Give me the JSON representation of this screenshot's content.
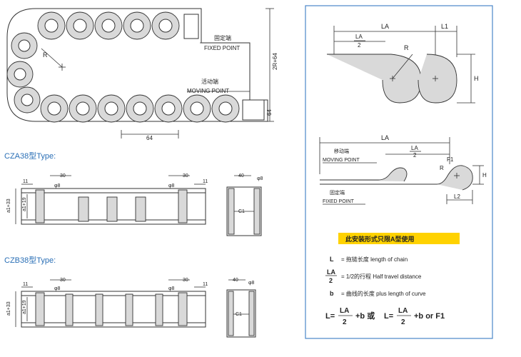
{
  "top_chain": {
    "fixed_end_cn": "固定端",
    "fixed_end_en": "FIXED POINT",
    "moving_end_cn": "活动端",
    "moving_end_en": "MOVING POINT",
    "radius": "R",
    "width_dim": "64",
    "height_dim": "2R+64",
    "end_dim": "64"
  },
  "cza": {
    "title": "CZA38型Type:",
    "dim_30": "30",
    "dim_11": "11",
    "dim_phi8": "φ8",
    "dim_a133": "a1+33",
    "dim_a119": "a1+19",
    "dim_40": "40",
    "dim_c1": "C1"
  },
  "czb": {
    "title": "CZB38型Type:",
    "dim_30": "30",
    "dim_11": "11",
    "dim_phi8": "φ8",
    "dim_a133": "a1+33",
    "dim_a119": "a1+19",
    "dim_40": "40",
    "dim_c1": "C1"
  },
  "panel": {
    "top_la": "LA",
    "top_l1": "L1",
    "top_la_num": "LA",
    "top_la_den": "2",
    "top_r": "R",
    "top_h": "H",
    "mid_la": "LA",
    "mid_la_num": "LA",
    "mid_la_den": "2",
    "mid_f1": "F1",
    "mid_r": "R",
    "mid_h": "H",
    "mid_l2": "L2",
    "moving_cn": "移动端",
    "moving_en": "MOVING POINT",
    "fixed_cn": "固定端",
    "fixed_en": "FIXED POINT",
    "banner": "此安装形式只限A型使用",
    "legend": [
      {
        "sym": "L",
        "text": "= 拖链长度  length of chain"
      },
      {
        "sym_num": "LA",
        "sym_den": "2",
        "text": "= 1/2的行程  Half travel distance"
      },
      {
        "sym": "b",
        "text": "= 曲线的长度  plus length of curve"
      }
    ],
    "formula_a": "L=",
    "formula_num": "LA",
    "formula_den": "2",
    "formula_b": "+b 或",
    "formula_c": "L=",
    "formula_d": "+b or F1",
    "border_color": "#4a87c7",
    "banner_color": "#ffd200"
  }
}
